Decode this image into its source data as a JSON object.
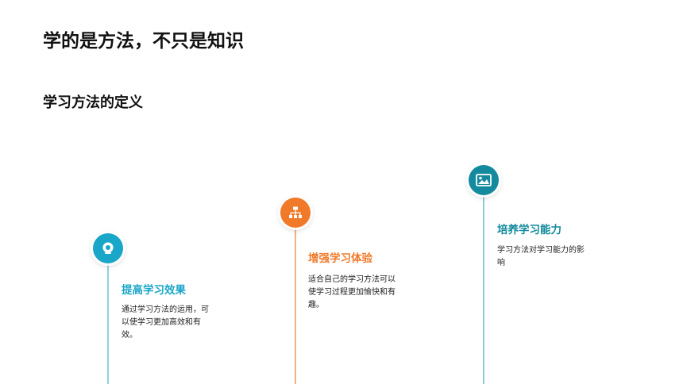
{
  "header": {
    "title": "学的是方法，不只是知识"
  },
  "section": {
    "title": "学习方法的定义"
  },
  "timeline": {
    "items": [
      {
        "icon": "webcam-icon",
        "color": "#1aa6c8",
        "title": "提高学习效果",
        "description": "通过学习方法的运用，可以使学习更加高效和有效。"
      },
      {
        "icon": "sitemap-icon",
        "color": "#f07a2a",
        "title": "增强学习体验",
        "description": "适合自己的学习方法可以使学习过程更加愉快和有趣。"
      },
      {
        "icon": "image-icon",
        "color": "#138a9e",
        "title": "培养学习能力",
        "description": "学习方法对学习能力的影响"
      }
    ]
  }
}
